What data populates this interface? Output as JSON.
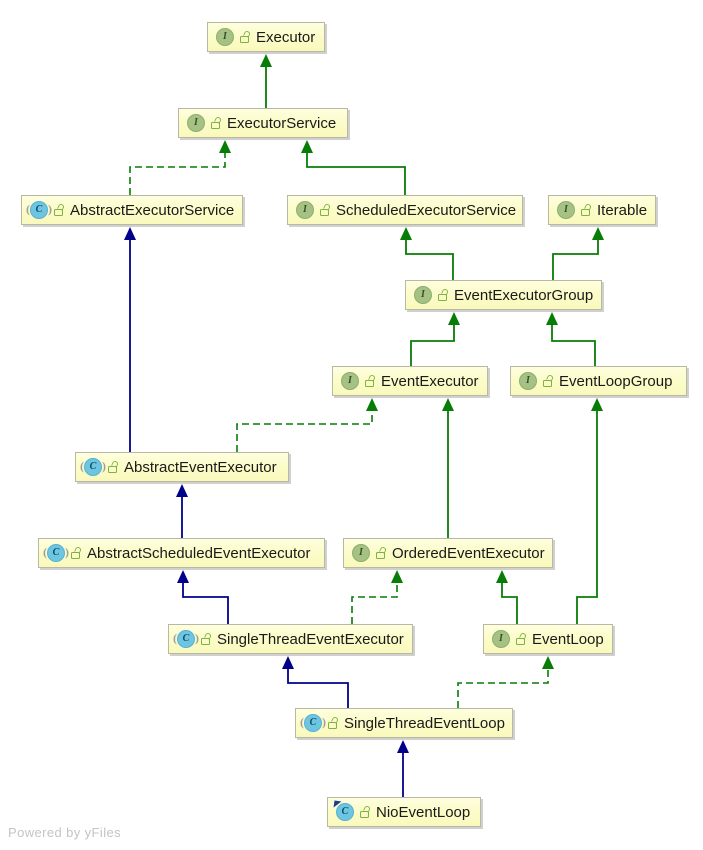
{
  "diagram": {
    "watermark": "Powered by yFiles",
    "colors": {
      "node_fill": "#fcfcca",
      "node_border": "#b9b9a2",
      "interface_extends_edge": "#077c07",
      "implements_edge_dashed": "#077c07",
      "class_extends_edge": "#00008b",
      "interface_icon_bg": "#a5c183",
      "class_icon_bg": "#6ec5e2",
      "lock_icon": "#7fb143",
      "label_text": "#1a1a1a"
    },
    "nodes": [
      {
        "label": "Executor",
        "kind": "interface",
        "icon_letter": "I"
      },
      {
        "label": "ExecutorService",
        "kind": "interface",
        "icon_letter": "I"
      },
      {
        "label": "AbstractExecutorService",
        "kind": "abstract-class",
        "icon_letter": "C"
      },
      {
        "label": "ScheduledExecutorService",
        "kind": "interface",
        "icon_letter": "I"
      },
      {
        "label": "Iterable",
        "kind": "interface",
        "icon_letter": "I"
      },
      {
        "label": "EventExecutorGroup",
        "kind": "interface",
        "icon_letter": "I"
      },
      {
        "label": "EventExecutor",
        "kind": "interface",
        "icon_letter": "I"
      },
      {
        "label": "EventLoopGroup",
        "kind": "interface",
        "icon_letter": "I"
      },
      {
        "label": "AbstractEventExecutor",
        "kind": "abstract-class",
        "icon_letter": "C"
      },
      {
        "label": "AbstractScheduledEventExecutor",
        "kind": "abstract-class",
        "icon_letter": "C"
      },
      {
        "label": "OrderedEventExecutor",
        "kind": "interface",
        "icon_letter": "I"
      },
      {
        "label": "SingleThreadEventExecutor",
        "kind": "abstract-class",
        "icon_letter": "C"
      },
      {
        "label": "EventLoop",
        "kind": "interface",
        "icon_letter": "I"
      },
      {
        "label": "SingleThreadEventLoop",
        "kind": "abstract-class",
        "icon_letter": "C"
      },
      {
        "label": "NioEventLoop",
        "kind": "class",
        "icon_letter": "C"
      }
    ],
    "edges": [
      {
        "from": "ExecutorService",
        "to": "Executor",
        "relation": "extends"
      },
      {
        "from": "AbstractExecutorService",
        "to": "ExecutorService",
        "relation": "implements"
      },
      {
        "from": "ScheduledExecutorService",
        "to": "ExecutorService",
        "relation": "extends"
      },
      {
        "from": "EventExecutorGroup",
        "to": "ScheduledExecutorService",
        "relation": "extends"
      },
      {
        "from": "EventExecutorGroup",
        "to": "Iterable",
        "relation": "extends"
      },
      {
        "from": "EventExecutor",
        "to": "EventExecutorGroup",
        "relation": "extends"
      },
      {
        "from": "EventLoopGroup",
        "to": "EventExecutorGroup",
        "relation": "extends"
      },
      {
        "from": "AbstractEventExecutor",
        "to": "AbstractExecutorService",
        "relation": "extends"
      },
      {
        "from": "AbstractEventExecutor",
        "to": "EventExecutor",
        "relation": "implements"
      },
      {
        "from": "OrderedEventExecutor",
        "to": "EventExecutor",
        "relation": "extends"
      },
      {
        "from": "AbstractScheduledEventExecutor",
        "to": "AbstractEventExecutor",
        "relation": "extends"
      },
      {
        "from": "SingleThreadEventExecutor",
        "to": "AbstractScheduledEventExecutor",
        "relation": "extends"
      },
      {
        "from": "SingleThreadEventExecutor",
        "to": "OrderedEventExecutor",
        "relation": "implements"
      },
      {
        "from": "EventLoop",
        "to": "OrderedEventExecutor",
        "relation": "extends"
      },
      {
        "from": "EventLoop",
        "to": "EventLoopGroup",
        "relation": "extends"
      },
      {
        "from": "SingleThreadEventLoop",
        "to": "SingleThreadEventExecutor",
        "relation": "extends"
      },
      {
        "from": "SingleThreadEventLoop",
        "to": "EventLoop",
        "relation": "implements"
      },
      {
        "from": "NioEventLoop",
        "to": "SingleThreadEventLoop",
        "relation": "extends"
      }
    ]
  }
}
